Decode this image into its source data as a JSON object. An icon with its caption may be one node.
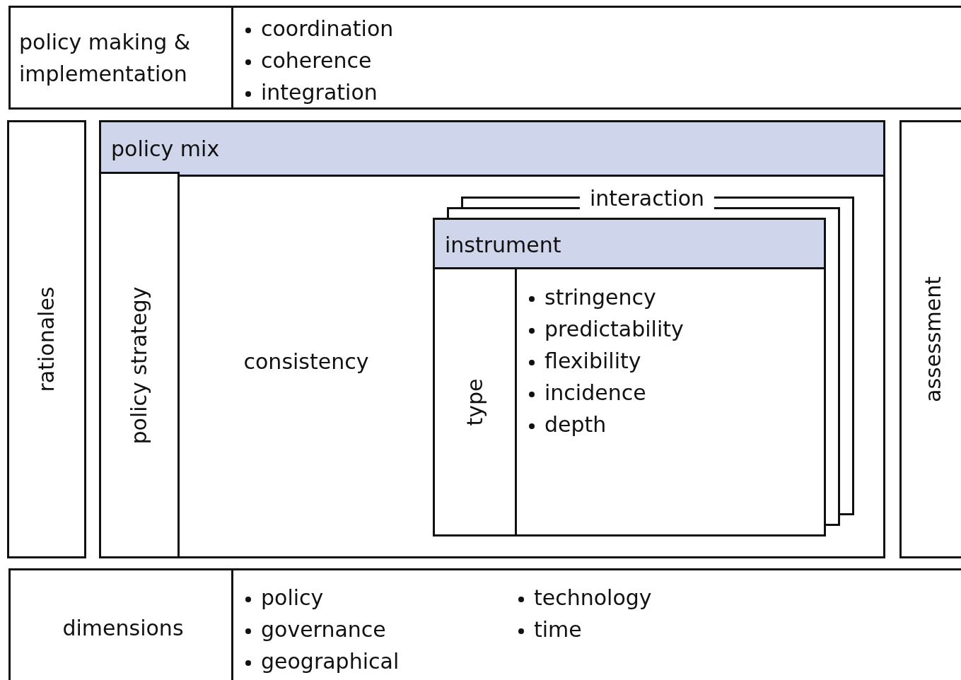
{
  "diagram": {
    "nodes": [
      {
        "text": [
          "policy making & implementation"
        ]
      },
      {
        "text": [
          "coordination",
          "coherence",
          "integration"
        ]
      },
      {
        "text": [
          "rationales"
        ]
      },
      {
        "text": [
          "policy mix"
        ]
      },
      {
        "text": [
          "policy strategy"
        ],
        "in": 3
      },
      {
        "text": [
          "consistency"
        ],
        "in": 3
      },
      {
        "text": [
          "interaction"
        ],
        "in": 3
      },
      {
        "text": [
          "instrument"
        ],
        "in": 3
      },
      {
        "text": [
          "type"
        ],
        "in": 7
      },
      {
        "text": [
          "stringency",
          "predictability",
          "flexibility",
          "incidence",
          "depth"
        ],
        "in": 7
      },
      {
        "text": [
          "assessment"
        ]
      },
      {
        "text": [
          "dimensions"
        ]
      },
      {
        "text": [
          "policy",
          "governance",
          "geographical",
          "technology",
          "time"
        ]
      }
    ],
    "edges": []
  }
}
